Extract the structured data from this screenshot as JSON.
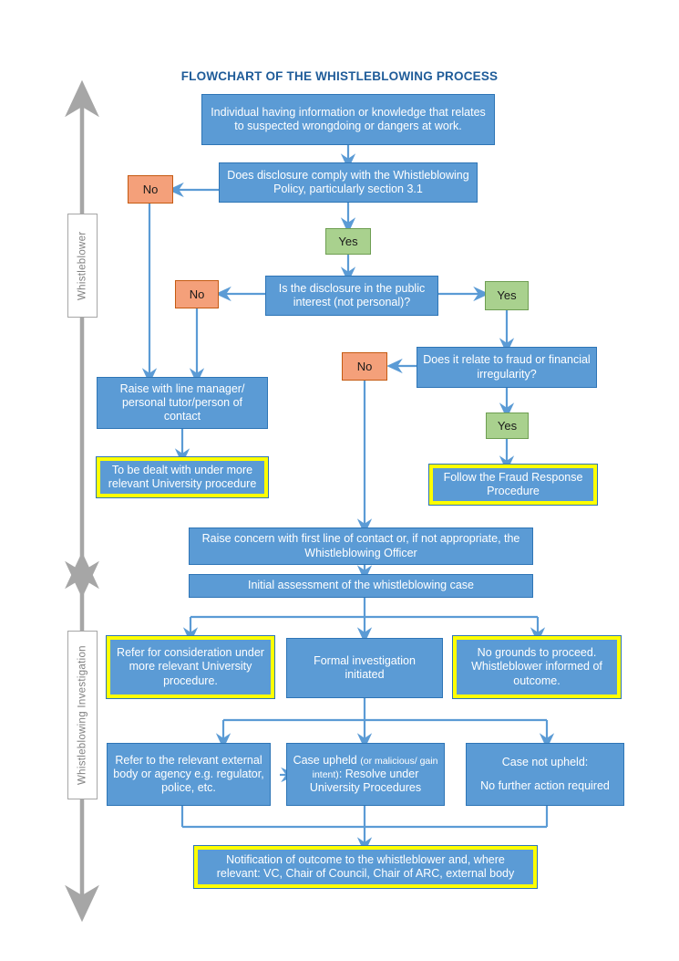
{
  "chart_title": "FLOWCHART OF THE WHISTLEBLOWING PROCESS",
  "colors": {
    "process_fill": "#5B9BD5",
    "process_border": "#2E75B6",
    "highlight_border": "#FFFF00",
    "yes_fill": "#A9D18E",
    "no_fill": "#F4A07A",
    "connector": "#5B9BD5",
    "lane_arrow": "#A6A6A6",
    "title_text": "#1F5C99"
  },
  "lanes": [
    {
      "label": "Whistleblower"
    },
    {
      "label": "Whistleblowing Investigation"
    }
  ],
  "nodes": {
    "start": "Individual having information or knowledge that relates to suspected wrongdoing or dangers at work.",
    "d1": "Does disclosure comply with the Whistleblowing Policy, particularly section 3.1",
    "d1_no": "No",
    "d1_yes": "Yes",
    "d2": "Is the disclosure in the public interest (not personal)?",
    "d2_no": "No",
    "d2_yes": "Yes",
    "d3": "Does it relate to fraud or financial irregularity?",
    "d3_no": "No",
    "d3_yes": "Yes",
    "raise_line_manager": "Raise with line manager/ personal tutor/person of contact",
    "dealt_with": "To be dealt with under more relevant University procedure",
    "fraud_response": "Follow the Fraud Response Procedure",
    "raise_concern": "Raise concern with first line of contact or, if not appropriate, the Whistleblowing Officer",
    "initial_assessment": "Initial assessment of the whistleblowing case",
    "refer_consideration": "Refer for consideration under more relevant University procedure.",
    "formal_investigation": "Formal investigation initiated",
    "no_grounds": "No grounds to proceed. Whistleblower informed of outcome.",
    "refer_external": "Refer to the relevant external body or agency e.g. regulator, police, etc.",
    "case_upheld_main": "Case upheld ",
    "case_upheld_small": "(or malicious/ gain intent)",
    "case_upheld_rest": ": Resolve under University Procedures",
    "case_not_upheld": "Case not upheld:",
    "case_not_upheld_2": "No further action required",
    "notification": "Notification of outcome to the whistleblower and, where relevant: VC, Chair of Council, Chair of ARC, external body"
  }
}
